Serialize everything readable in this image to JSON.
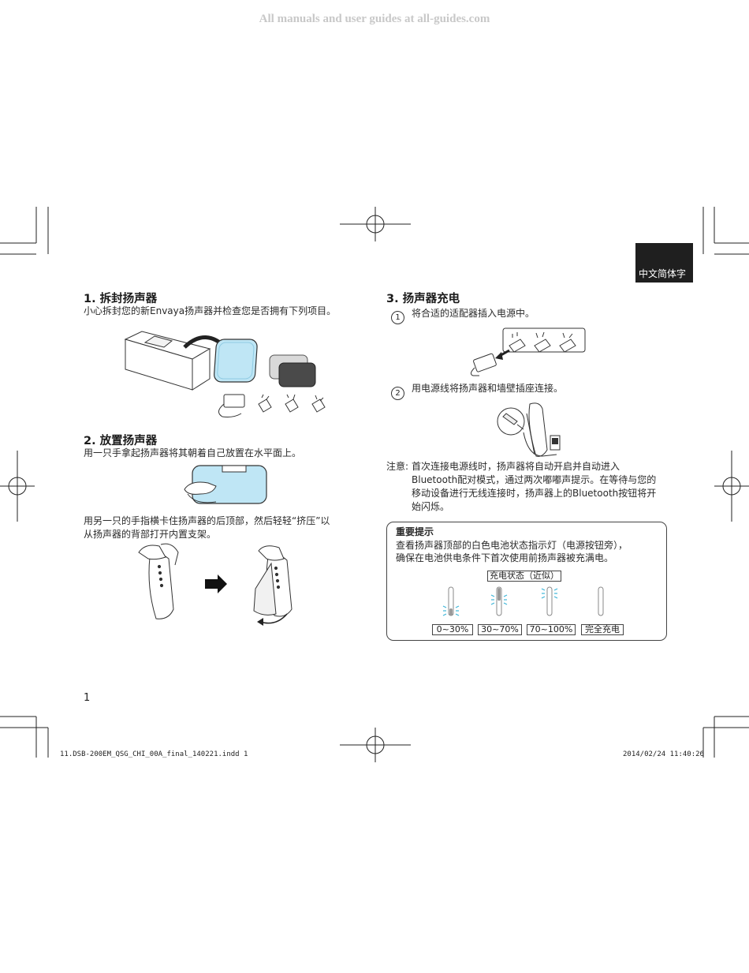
{
  "watermark": "All manuals and user guides at all-guides.com",
  "language_tab": "中文简体字",
  "section1": {
    "title": "1. 拆封扬声器",
    "text": "小心拆封您的新Envaya扬声器并检查您是否拥有下列项目。"
  },
  "section2": {
    "title": "2. 放置扬声器",
    "text1": "用一只手拿起扬声器将其朝着自己放置在水平面上。",
    "text2_line1": "用另一只的手指横卡住扬声器的后顶部，然后轻轻“挤压”以",
    "text2_line2": "从扬声器的背部打开内置支架。"
  },
  "section3": {
    "title": "3. 扬声器充电",
    "step1_num": "1",
    "step1": "将合适的适配器插入电源中。",
    "step2_num": "2",
    "step2": "用电源线将扬声器和墙壁插座连接。",
    "note_label": "注意:",
    "note_line1": "首次连接电源线时，扬声器将自动开启并自动进入",
    "note_line2": "Bluetooth配对模式，通过两次嘟嘟声提示。在等待与您的",
    "note_line3": "移动设备进行无线连接时，扬声器上的Bluetooth按钮将开",
    "note_line4": "始闪烁。"
  },
  "tip": {
    "title": "重要提示",
    "line1": "查看扬声器顶部的白色电池状态指示灯（电源按钮旁），",
    "line2": "确保在电池供电条件下首次使用前扬声器被充满电。",
    "status_title": "充电状态（近似）",
    "levels": [
      {
        "label": "0~30%",
        "fill": 0.3
      },
      {
        "label": "30~70%",
        "fill": 0.7
      },
      {
        "label": "70~100%",
        "fill": 1.0
      },
      {
        "label": "完全充电",
        "fill": 1.0
      }
    ],
    "blink_color": "#3fb6d8"
  },
  "page_number": "1",
  "footer": {
    "file": "11.DSB-200EM_QSG_CHI_00A_final_140221.indd   1",
    "date": "2014/02/24   11:40:26"
  },
  "colors": {
    "speaker_blue": "#bfe6f5",
    "tab_bg": "#1f1f1f"
  }
}
